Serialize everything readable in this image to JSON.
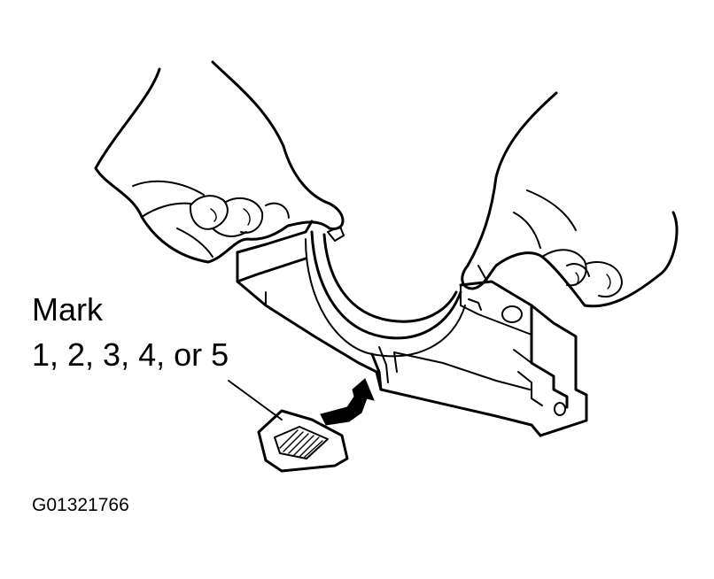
{
  "labels": {
    "mark_title": "Mark",
    "mark_values": "1, 2, 3, 4, or 5",
    "figure_id": "G01321766"
  },
  "colors": {
    "ink": "#000000",
    "background": "#ffffff"
  }
}
